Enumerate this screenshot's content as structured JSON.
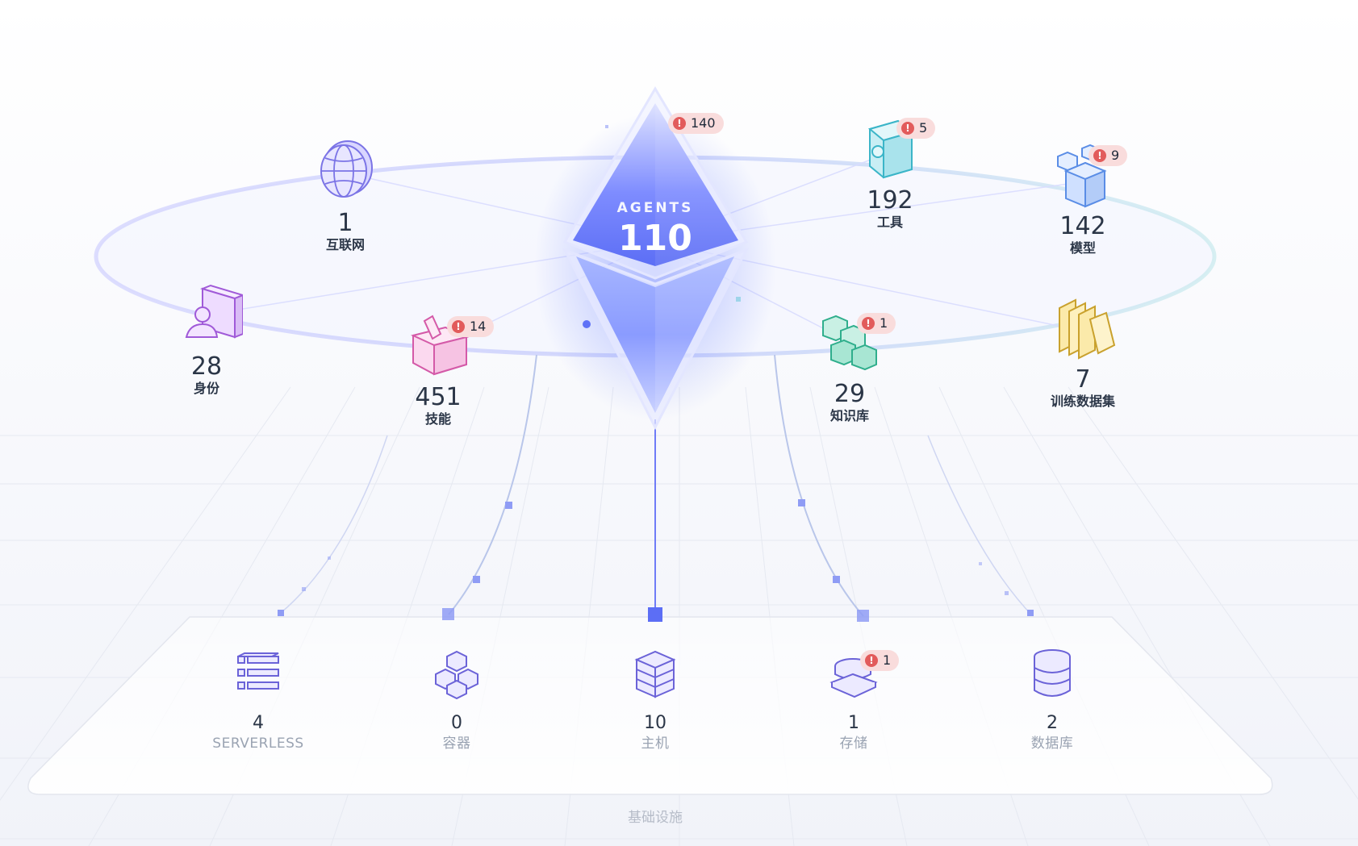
{
  "agents": {
    "title": "AGENTS",
    "count": "110",
    "alert": "140"
  },
  "resources": [
    {
      "id": "internet",
      "label": "互联网",
      "count": "1",
      "alert": null,
      "icon": "globe-icon"
    },
    {
      "id": "tools",
      "label": "工具",
      "count": "192",
      "alert": "5",
      "icon": "puzzle-icon"
    },
    {
      "id": "models",
      "label": "模型",
      "count": "142",
      "alert": "9",
      "icon": "cubes-icon"
    },
    {
      "id": "identity",
      "label": "身份",
      "count": "28",
      "alert": null,
      "icon": "user-card-icon"
    },
    {
      "id": "skills",
      "label": "技能",
      "count": "451",
      "alert": "14",
      "icon": "toolbox-icon"
    },
    {
      "id": "knowledge",
      "label": "知识库",
      "count": "29",
      "alert": "1",
      "icon": "blocks-icon"
    },
    {
      "id": "datasets",
      "label": "训练数据集",
      "count": "7",
      "alert": null,
      "icon": "books-icon"
    }
  ],
  "infrastructure": {
    "title": "基础设施",
    "items": [
      {
        "id": "serverless",
        "label": "SERVERLESS",
        "count": "4",
        "alert": null,
        "icon": "serverless-list-icon"
      },
      {
        "id": "container",
        "label": "容器",
        "count": "0",
        "alert": null,
        "icon": "container-hex-icon"
      },
      {
        "id": "host",
        "label": "主机",
        "count": "10",
        "alert": null,
        "icon": "server-stack-icon"
      },
      {
        "id": "storage",
        "label": "存储",
        "count": "1",
        "alert": "1",
        "icon": "storage-disk-icon"
      },
      {
        "id": "database",
        "label": "数据库",
        "count": "2",
        "alert": null,
        "icon": "database-icon"
      }
    ]
  },
  "colors": {
    "accent": "#6f7cf7",
    "text": "#2b3647",
    "muted": "#9aa3b2",
    "alert_bg": "#f9dcdc",
    "alert_dot": "#e25b5b"
  }
}
